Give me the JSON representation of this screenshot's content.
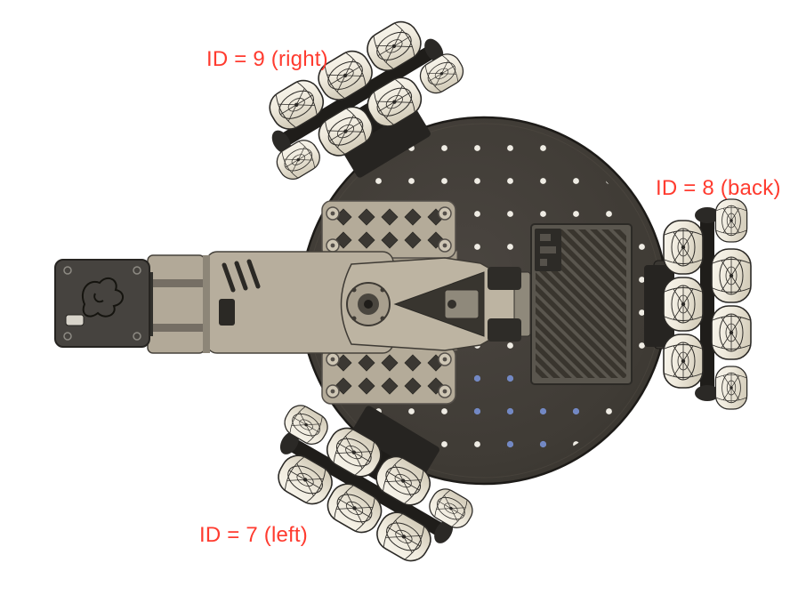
{
  "figure": {
    "type": "cad-illustration",
    "description": "Top view of a three omni-wheel mobile robot base with a manipulator arm and gripper",
    "background": "#ffffff"
  },
  "annotations": {
    "right_wheel_label": "ID = 9 (right)",
    "back_wheel_label": "ID = 8 (back)",
    "left_wheel_label": "ID = 7 (left)",
    "label_color": "#ff3b2f"
  },
  "palette": {
    "base_plate": "#3f3b35",
    "plate_holes_white": "#efece4",
    "plate_holes_blue": "#7288c4",
    "wheel_roller": "#f2eee3",
    "wheel_hardware": "#23211e",
    "arm_beige": "#b7ae9d",
    "gripper_gray": "#46433f",
    "vent_box": "#5a564e"
  }
}
